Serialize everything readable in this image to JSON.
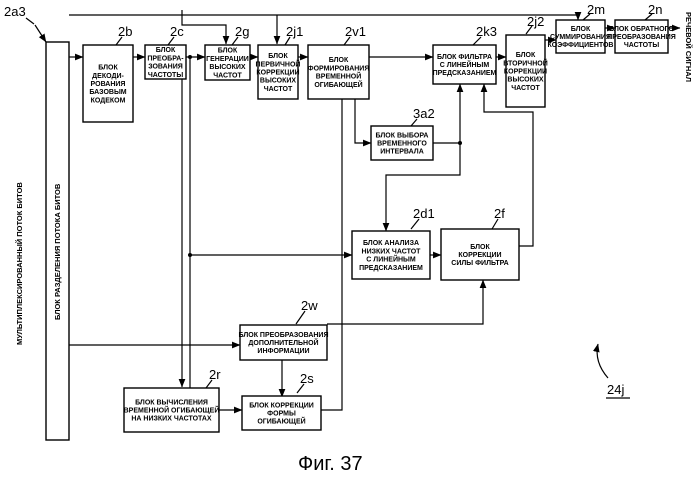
{
  "refs": {
    "r2a3": "2a3",
    "r2b": "2b",
    "r2c": "2c",
    "r2g": "2g",
    "r2j1": "2j1",
    "r2v1": "2v1",
    "r2k3": "2k3",
    "r2j2": "2j2",
    "r2m": "2m",
    "r2n": "2n",
    "r3a2": "3a2",
    "r2d1": "2d1",
    "r2f": "2f",
    "r2w": "2w",
    "r2r": "2r",
    "r2s": "2s",
    "r24j": "24j"
  },
  "blocks": {
    "demux": [
      "БЛОК РАЗДЕЛЕНИЯ ПОТОКА БИТОВ"
    ],
    "decode": [
      "БЛОК",
      "ДЕКОДИ-",
      "РОВАНИЯ",
      "БАЗОВЫМ",
      "КОДЕКОМ"
    ],
    "freq_conv": [
      "БЛОК",
      "ПРЕОБРА-",
      "ЗОВАНИЯ",
      "ЧАСТОТЫ"
    ],
    "hf_gen": [
      "БЛОК",
      "ГЕНЕРАЦИИ",
      "ВЫСОКИХ",
      "ЧАСТОТ"
    ],
    "primary_corr": [
      "БЛОК",
      "ПЕРВИЧНОЙ",
      "КОРРЕКЦИИ",
      "ВЫСОКИХ",
      "ЧАСТОТ"
    ],
    "env_form": [
      "БЛОК",
      "ФОРМИРОВАНИЯ",
      "ВРЕМЕННОЙ",
      "ОГИБАЮЩЕЙ"
    ],
    "lp_filter": [
      "БЛОК ФИЛЬТРА",
      "С ЛИНЕЙНЫМ",
      "ПРЕДСКАЗАНИЕМ"
    ],
    "secondary_corr": [
      "БЛОК",
      "ВТОРИЧНОЙ",
      "КОРРЕКЦИИ",
      "ВЫСОКИХ",
      "ЧАСТОТ"
    ],
    "coef_sum": [
      "БЛОК",
      "СУММИРОВАНИЯ",
      "КОЭФФИЦИЕНТОВ"
    ],
    "inv_conv": [
      "БЛОК ОБРАТНОГО",
      "ПРЕОБРАЗОВАНИЯ",
      "ЧАСТОТЫ"
    ],
    "time_sel": [
      "БЛОК ВЫБОРА",
      "ВРЕМЕННОГО",
      "ИНТЕРВАЛА"
    ],
    "lf_analysis": [
      "БЛОК АНАЛИЗА",
      "НИЗКИХ ЧАСТОТ",
      "С ЛИНЕЙНЫМ",
      "ПРЕДСКАЗАНИЕМ"
    ],
    "filter_strength": [
      "БЛОК",
      "КОРРЕКЦИИ",
      "СИЛЫ ФИЛЬТРА"
    ],
    "aux_conv": [
      "БЛОК ПРЕОБРАЗОВАНИЯ",
      "ДОПОЛНИТЕЛЬНОЙ",
      "ИНФОРМАЦИИ"
    ],
    "lf_env_calc": [
      "БЛОК ВЫЧИСЛЕНИЯ",
      "ВРЕМЕННОЙ ОГИБАЮЩЕЙ",
      "НА НИЗКИХ ЧАСТОТАХ"
    ],
    "env_shape_corr": [
      "БЛОК КОРРЕКЦИИ",
      "ФОРМЫ",
      "ОГИБАЮЩЕЙ"
    ]
  },
  "input_label": "МУЛЬТИПЛЕКСИРОВАННЫЙ ПОТОК БИТОВ",
  "output_label": "РЕЧЕВОЙ СИГНАЛ",
  "caption": "Фиг. 37"
}
